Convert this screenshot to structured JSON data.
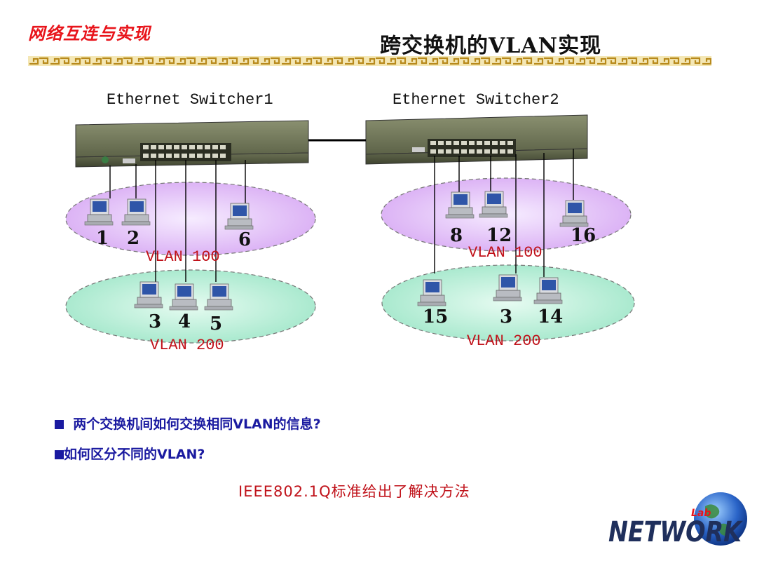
{
  "header": {
    "course_title": "网络互连与实现",
    "slide_title": "跨交换机的VLAN实现"
  },
  "switches": [
    {
      "label": "Ethernet Switcher1"
    },
    {
      "label": "Ethernet Switcher2"
    }
  ],
  "hosts": {
    "sw1_vlan100": [
      "1",
      "2",
      "6"
    ],
    "sw1_vlan200": [
      "3",
      "4",
      "5"
    ],
    "sw2_vlan100": [
      "8",
      "12",
      "16"
    ],
    "sw2_vlan200": [
      "15",
      "3",
      "14"
    ]
  },
  "vlans": {
    "sw1_vlan100": "VLAN 100",
    "sw1_vlan200": "VLAN 200",
    "sw2_vlan100": "VLAN 100",
    "sw2_vlan200": "VLAN 200"
  },
  "questions": [
    "两个交换机间如何交换相同VLAN的信息?",
    "如何区分不同的VLAN?"
  ],
  "answer": "IEEE802.1Q标准给出了解决方法",
  "logo": {
    "text": "NETWORK",
    "small": "Lab"
  },
  "colors": {
    "title_red": "#e8141b",
    "question_blue": "#1a1aa0",
    "vlan100_fill": "#e3c2f7",
    "vlan200_fill": "#b9efd8"
  }
}
